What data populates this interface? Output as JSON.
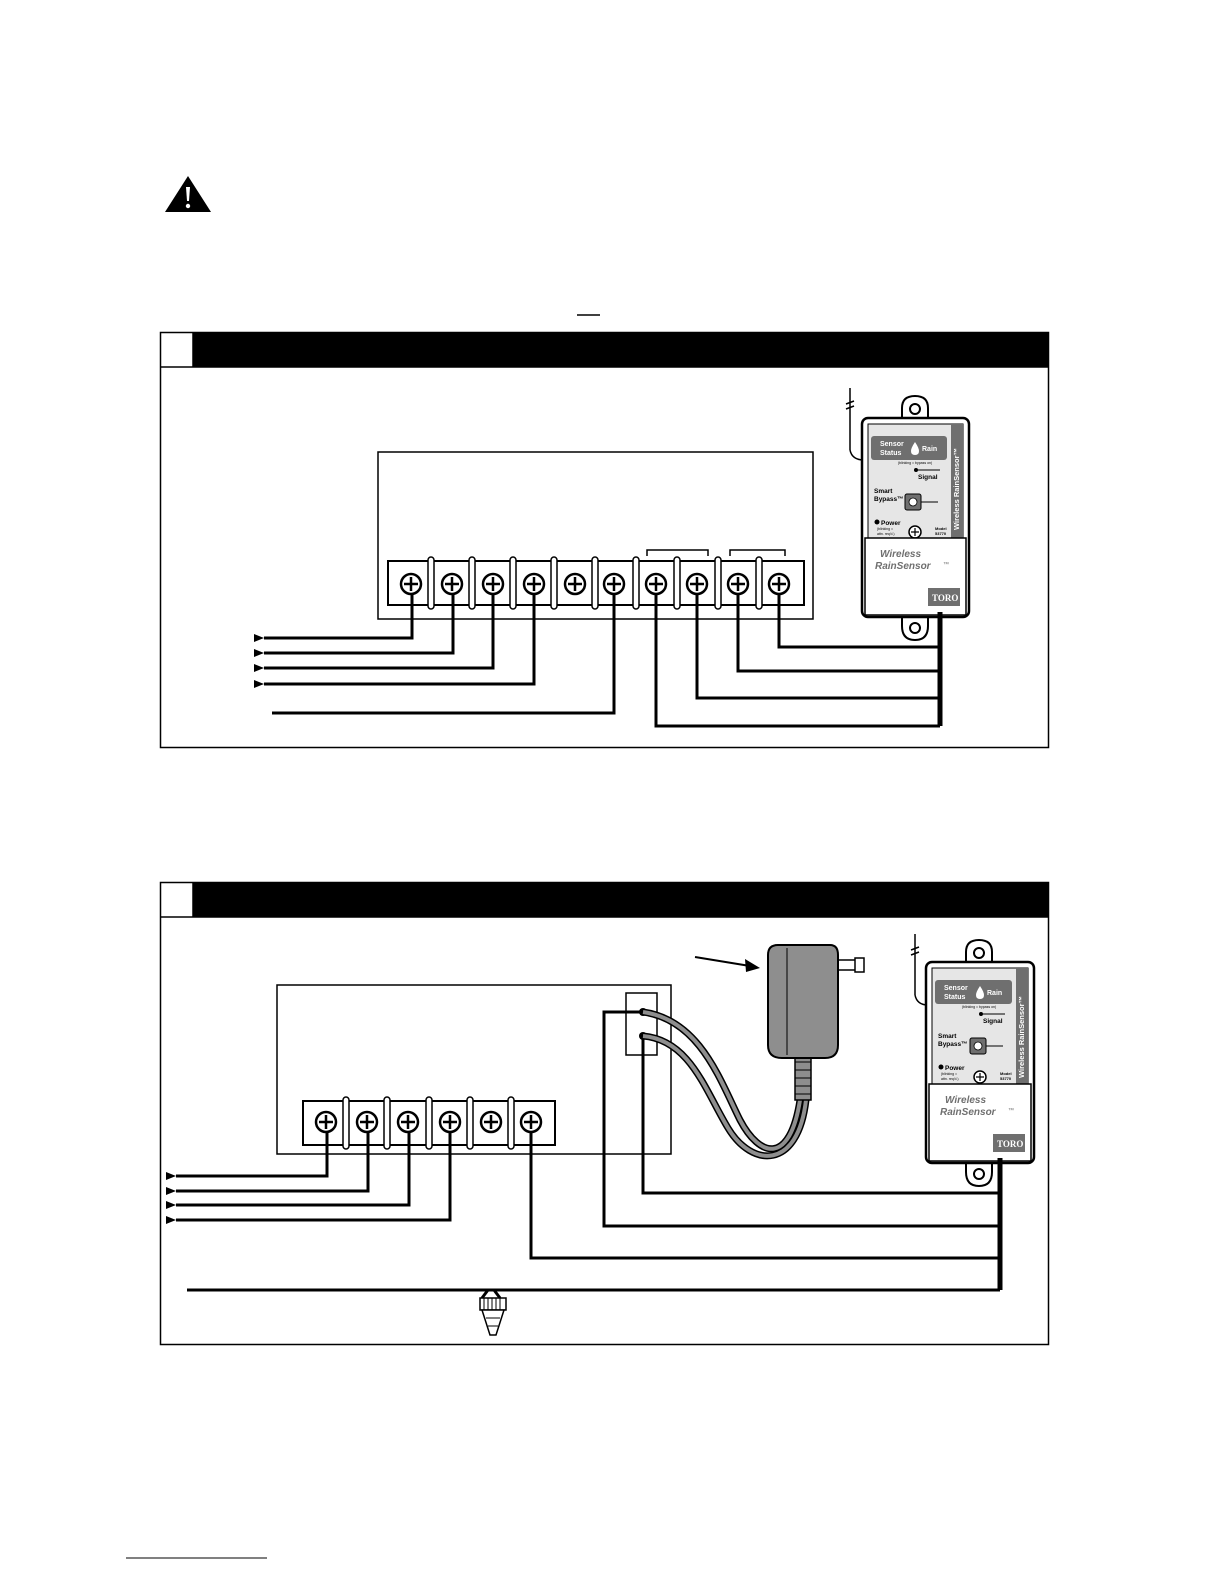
{
  "sensor": {
    "sensor_label": "Sensor",
    "status_label": "Status",
    "rain_label": "Rain",
    "status_subtext": "(blinking = bypass on)",
    "signal_label": "Signal",
    "smart_label": "Smart",
    "bypass_label": "Bypass™",
    "power_label": "Power",
    "power_subtext_1": "(blinking =",
    "power_subtext_2": "attn. req'd.)",
    "model_label": "Model",
    "model_number": "53770",
    "side_label": "Wireless RainSensor™",
    "product_name_1": "Wireless",
    "product_name_2": "RainSensor",
    "trademark": "™",
    "brand": "TORO"
  },
  "colors": {
    "ink": "#000000",
    "sensor_gray": "#6f6f6f",
    "sensor_light": "#e6e6e6",
    "adapter_gray": "#8e8e8e"
  }
}
